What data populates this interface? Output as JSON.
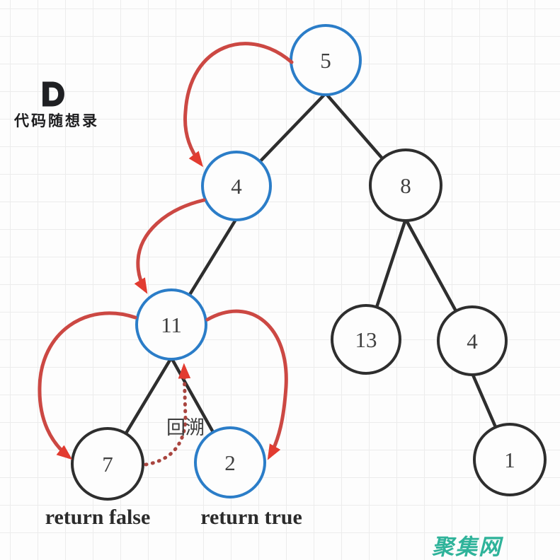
{
  "branding": {
    "logo_letter": "D",
    "logo_text": "代码随想录"
  },
  "watermark": {
    "text": "聚集网",
    "color": "#2fb39a"
  },
  "colors": {
    "visited_node_stroke": "#2b7dc8",
    "normal_node_stroke": "#2e2e2e",
    "edge": "#2e2e2e",
    "arrow": "#cc4843",
    "arrowhead": "#e23b30",
    "backtrack_dotted": "#a9453f",
    "node_text": "#3f3f3f",
    "logo_teal_light": "#7ad0c9",
    "logo_teal_dark": "#39b3aa"
  },
  "tree": {
    "nodes": [
      {
        "value": "5",
        "state": "visited"
      },
      {
        "value": "4",
        "state": "visited"
      },
      {
        "value": "8",
        "state": "normal"
      },
      {
        "value": "11",
        "state": "visited"
      },
      {
        "value": "13",
        "state": "normal"
      },
      {
        "value": "4",
        "state": "normal"
      },
      {
        "value": "7",
        "state": "normal"
      },
      {
        "value": "2",
        "state": "visited"
      },
      {
        "value": "1",
        "state": "normal"
      }
    ],
    "edges": [
      {
        "parent": "5",
        "child": "4"
      },
      {
        "parent": "5",
        "child": "8"
      },
      {
        "parent": "4",
        "child": "11"
      },
      {
        "parent": "8",
        "child": "13"
      },
      {
        "parent": "8",
        "child": "4"
      },
      {
        "parent": "11",
        "child": "7"
      },
      {
        "parent": "11",
        "child": "2"
      },
      {
        "parent": "4",
        "child": "1"
      }
    ],
    "arrows": [
      {
        "from": "5",
        "to": "4",
        "style": "solid"
      },
      {
        "from": "4",
        "to": "11",
        "style": "solid"
      },
      {
        "from": "11",
        "to": "7",
        "style": "solid"
      },
      {
        "from": "11",
        "to": "2",
        "style": "solid"
      },
      {
        "from": "7",
        "to": "11",
        "style": "dotted",
        "label": "回溯"
      }
    ]
  },
  "annotations": {
    "backtrack": "回溯",
    "left_result": "return false",
    "right_result": "return true"
  }
}
